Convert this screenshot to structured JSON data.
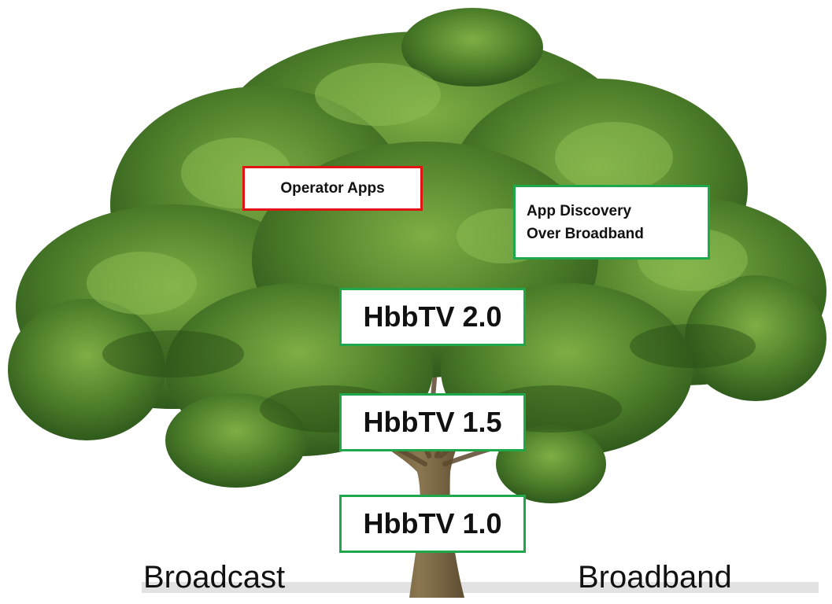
{
  "labels": {
    "operator_apps": "Operator Apps",
    "app_discovery_line1": "App Discovery",
    "app_discovery_line2": "Over Broadband",
    "hbbtv_20": "HbbTV 2.0",
    "hbbtv_15": "HbbTV 1.5",
    "hbbtv_10": "HbbTV 1.0",
    "broadcast": "Broadcast",
    "broadband": "Broadband"
  },
  "colors": {
    "green_border": "#1ea84b",
    "red_border": "#e01414",
    "foliage_dark": "#2f5a1c",
    "foliage_mid": "#4d7f2a",
    "foliage_light": "#79a63f",
    "trunk": "#6b5a3a"
  },
  "image": "oak-tree"
}
